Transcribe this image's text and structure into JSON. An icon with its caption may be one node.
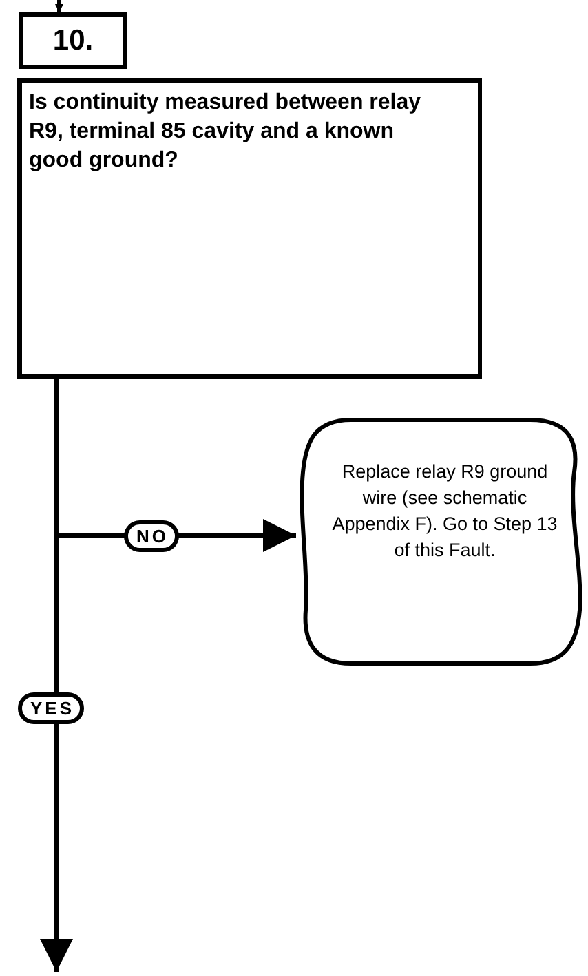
{
  "diagram": {
    "nodes": [
      {
        "text": [
          "10.",
          "Is continuity measured between relay R9, terminal 85 cavity and a known good ground?"
        ]
      },
      {
        "text": [
          "Replace relay R9 ground wire (see schematic Appendix F). Go to Step 13 of this Fault."
        ]
      }
    ],
    "edges": [
      {
        "from": null,
        "to": 0,
        "arrow": "to"
      },
      {
        "from": 0,
        "to": 1,
        "label": "NO",
        "arrow": "to"
      },
      {
        "from": 0,
        "to": null,
        "label": "YES",
        "arrow": "to"
      }
    ]
  }
}
